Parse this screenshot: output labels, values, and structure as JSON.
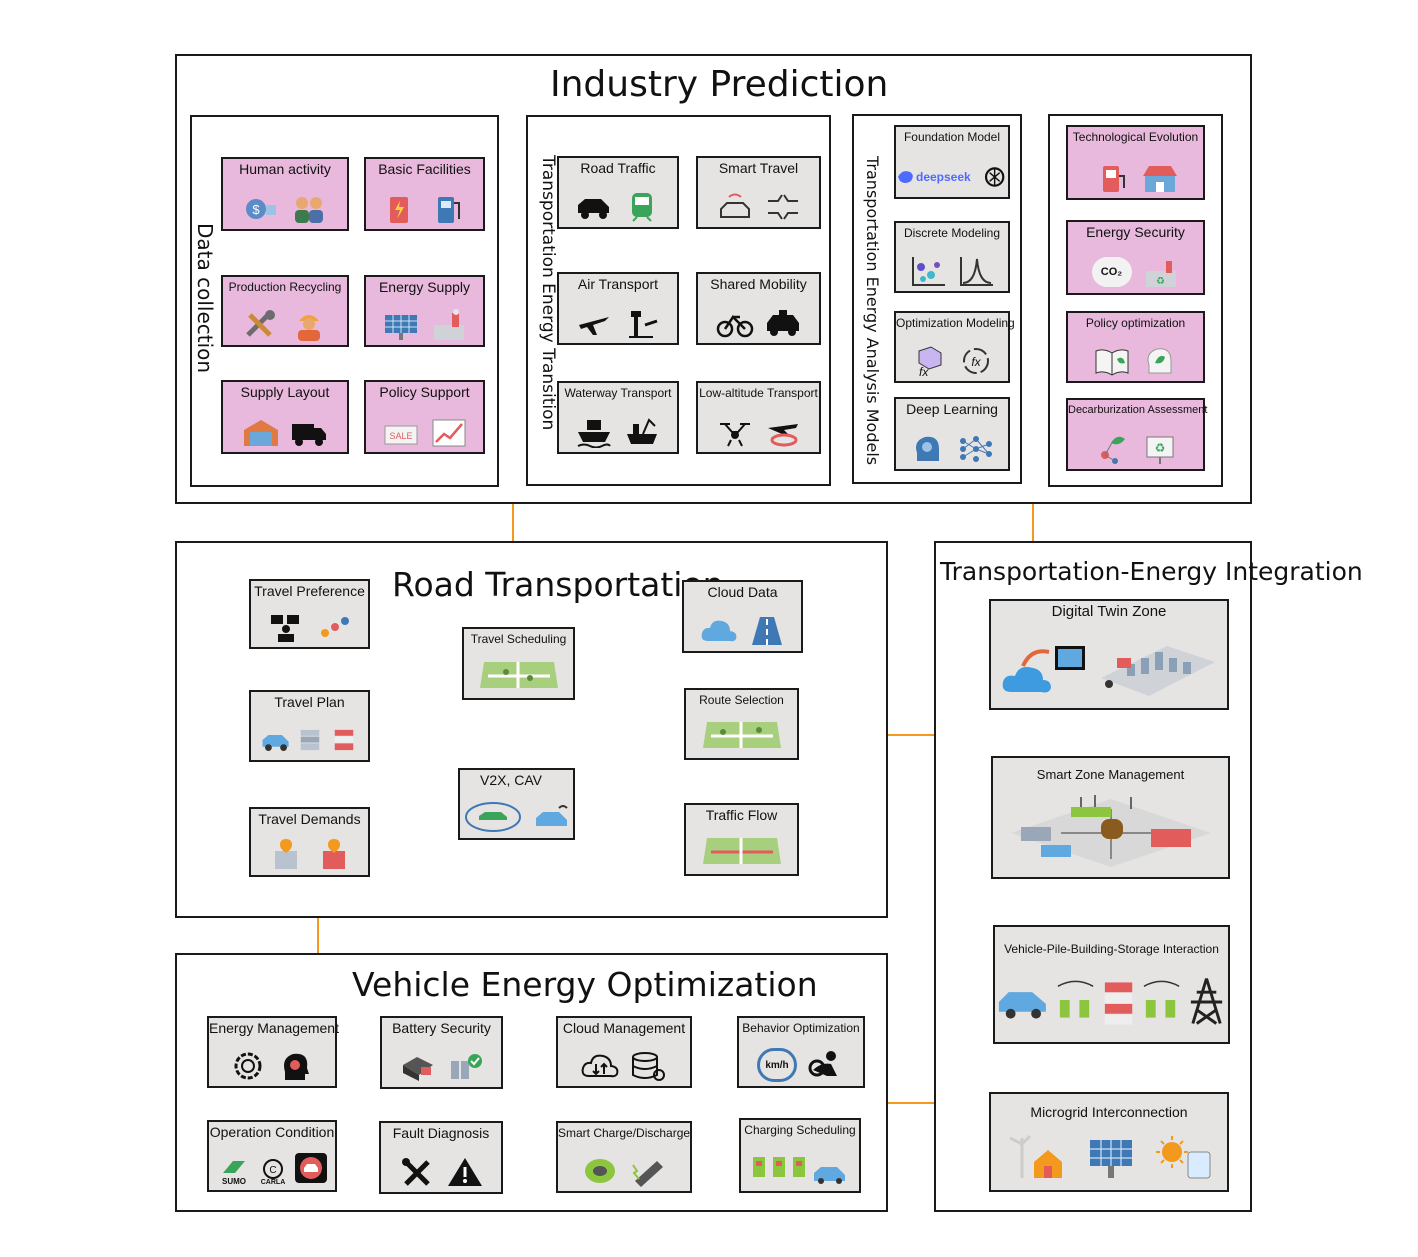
{
  "industry": {
    "title": "Industry Prediction",
    "data_collection": {
      "label": "Data collection",
      "items": [
        "Human activity",
        "Basic Facilities",
        "Production Recycling",
        "Energy Supply",
        "Supply Layout",
        "Policy Support"
      ]
    },
    "transition": {
      "label": "Transportation Energy Transition",
      "items": [
        "Road Traffic",
        "Smart Travel",
        "Air Transport",
        "Shared Mobility",
        "Waterway Transport",
        "Low-altitude Transport"
      ]
    },
    "models": {
      "label": "Transportation Energy Analysis Models",
      "items": [
        "Foundation Model",
        "Discrete Modeling",
        "Optimization Modeling",
        "Deep Learning"
      ],
      "deepseek_text": "deepseek"
    },
    "outcomes": {
      "items": [
        "Technological Evolution",
        "Energy Security",
        "Policy optimization",
        "Decarburization Assessment"
      ],
      "co2_text": "CO₂"
    }
  },
  "road": {
    "title": "Road Transportation",
    "nodes": {
      "travel_preference": "Travel Preference",
      "travel_plan": "Travel Plan",
      "travel_demands": "Travel Demands",
      "travel_scheduling": "Travel Scheduling",
      "v2x": "V2X, CAV",
      "cloud_data": "Cloud Data",
      "route_selection": "Route Selection",
      "traffic_flow": "Traffic Flow"
    }
  },
  "vehicle": {
    "title": "Vehicle Energy Optimization",
    "nodes": {
      "energy_management": "Energy Management",
      "battery_security": "Battery Security",
      "cloud_management": "Cloud Management",
      "behavior_optimization": "Behavior Optimization",
      "operation_condition": "Operation Condition",
      "fault_diagnosis": "Fault Diagnosis",
      "smart_charge": "Smart Charge/Discharge",
      "charging_scheduling": "Charging Scheduling"
    },
    "sumo_text": "SUMO",
    "carla_text": "CARLA",
    "kmh_text": "km/h"
  },
  "integration": {
    "title": "Transportation-Energy Integration",
    "nodes": [
      "Digital Twin Zone",
      "Smart Zone Management",
      "Vehicle-Pile-Building-Storage Interaction",
      "Microgrid Interconnection"
    ]
  },
  "colors": {
    "pink_box": "#e8b9dc",
    "gray_box": "#e6e4e2",
    "red_arrow": "#e8403a",
    "orange_arrow": "#f39a1e",
    "magenta_arrow": "#d8287f",
    "purple_arrow": "#6e2f8f",
    "blue_line": "#5a6bb5",
    "cyan_line": "#2aa3d6",
    "integration_arrow": "#c05aa8",
    "bracket_orange": "#e2673a"
  }
}
